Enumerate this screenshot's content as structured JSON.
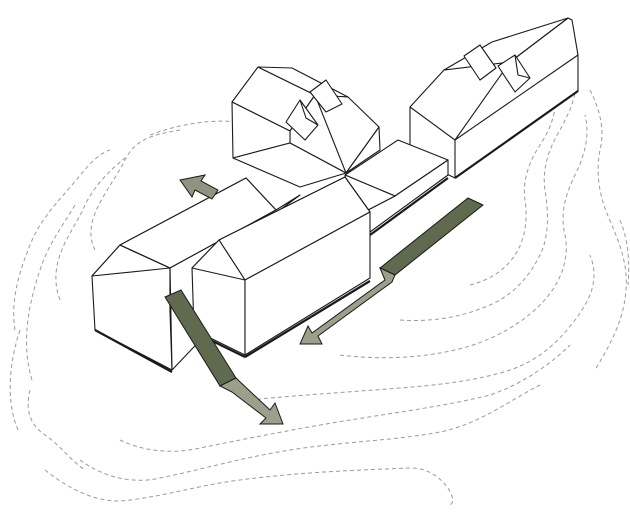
{
  "diagram": {
    "kind": "axonometric-site-diagram",
    "colors": {
      "background": "#ffffff",
      "building_stroke": "#1a1a1a",
      "contour_stroke": "#9a9a9a",
      "path_dark": "#5f6a4e",
      "path_light": "#9aa08a",
      "arrow_small": "#8e9480"
    },
    "elements": {
      "buildings": [
        "back-left-house",
        "back-right-house",
        "connector-corridor",
        "front-left-house",
        "front-right-house"
      ],
      "arrows": [
        "northwest-small-arrow",
        "southeast-path-arrow",
        "southwest-path-arrow"
      ],
      "contour_lines": 9
    }
  }
}
